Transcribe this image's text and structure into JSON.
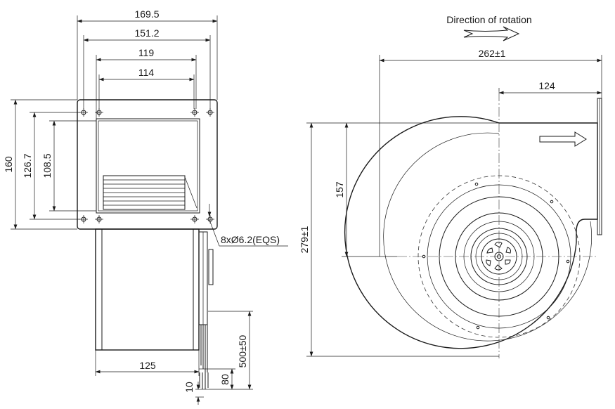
{
  "header": {
    "rotation_label": "Direction of rotation"
  },
  "dimensions": {
    "width_outer": "169.5",
    "width_holes_outer": "151.2",
    "width_holes_inner": "119",
    "width_inlet": "114",
    "height_outer": "160",
    "height_holes": "126.7",
    "height_inlet": "108.5",
    "hole_spec": "8xØ6.2(EQS)",
    "depth": "125",
    "cable_length": "500±50",
    "cable_strip": "80",
    "cable_end": "10",
    "housing_width": "262±1",
    "axis_to_outlet": "124",
    "housing_height": "279±1",
    "axis_height": "157"
  }
}
